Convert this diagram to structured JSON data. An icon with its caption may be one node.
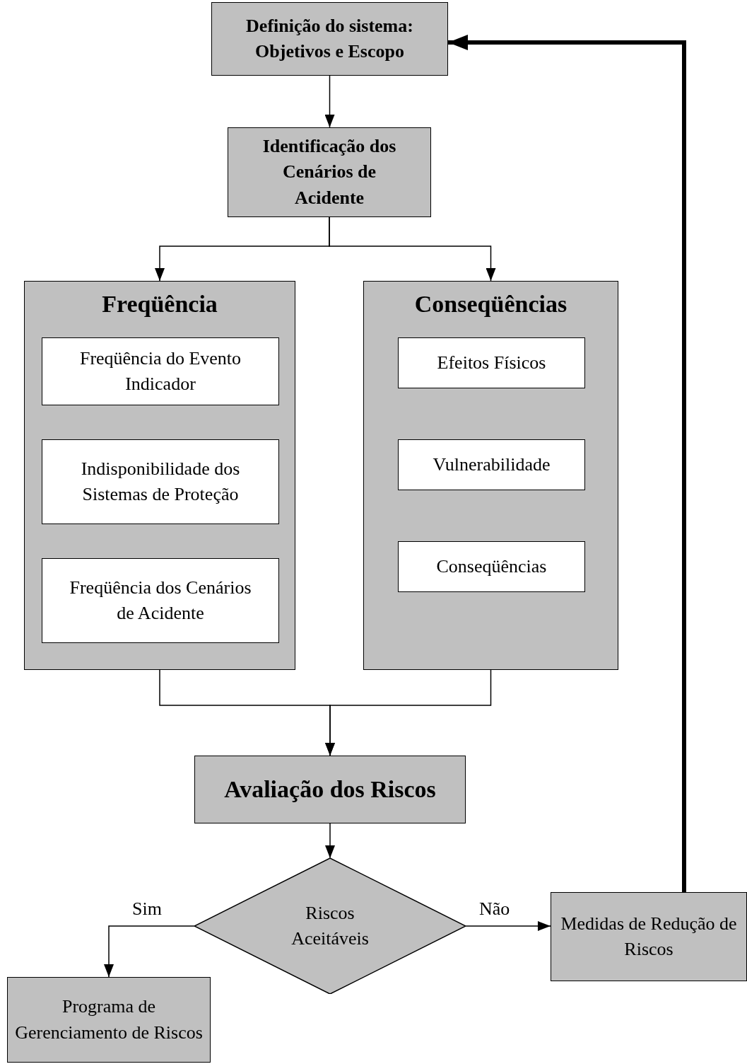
{
  "diagram": {
    "nodes": [
      {
        "text": [
          "Definição do sistema: Objetivos e Escopo"
        ]
      },
      {
        "text": [
          "Identificação dos Cenários de Acidente"
        ]
      },
      {
        "text": [
          "Freqüência"
        ]
      },
      {
        "text": [
          "Freqüência do Evento Indicador"
        ],
        "in": 2
      },
      {
        "text": [
          "Indisponibilidade dos Sistemas de Proteção"
        ],
        "in": 2
      },
      {
        "text": [
          "Freqüência dos Cenários de Acidente"
        ],
        "in": 2
      },
      {
        "text": [
          "Conseqüências"
        ]
      },
      {
        "text": [
          "Efeitos Físicos"
        ],
        "in": 6
      },
      {
        "text": [
          "Vulnerabilidade"
        ],
        "in": 6
      },
      {
        "text": [
          "Conseqüências"
        ],
        "in": 6
      },
      {
        "text": [
          "Avaliação dos Riscos"
        ]
      },
      {
        "text": [
          "Riscos Aceitáveis"
        ]
      },
      {
        "text": [
          "Medidas de Redução de Riscos"
        ]
      },
      {
        "text": [
          "Programa de Gerenciamento de Riscos"
        ]
      }
    ],
    "edges": [
      {
        "from": 0,
        "to": 1,
        "arrow": "to"
      },
      {
        "from": 1,
        "to": 2,
        "arrow": "to"
      },
      {
        "from": 1,
        "to": 6,
        "arrow": "to"
      },
      {
        "from": 2,
        "to": 10,
        "arrow": "to"
      },
      {
        "from": 6,
        "to": 10,
        "arrow": "to"
      },
      {
        "from": 10,
        "to": 11,
        "arrow": "to"
      },
      {
        "from": 11,
        "to": 13,
        "arrow": "to",
        "label": "Sim"
      },
      {
        "from": 11,
        "to": 12,
        "arrow": "to",
        "label": "Não"
      },
      {
        "from": 12,
        "to": 0,
        "arrow": "to",
        "style": "thick"
      }
    ]
  }
}
